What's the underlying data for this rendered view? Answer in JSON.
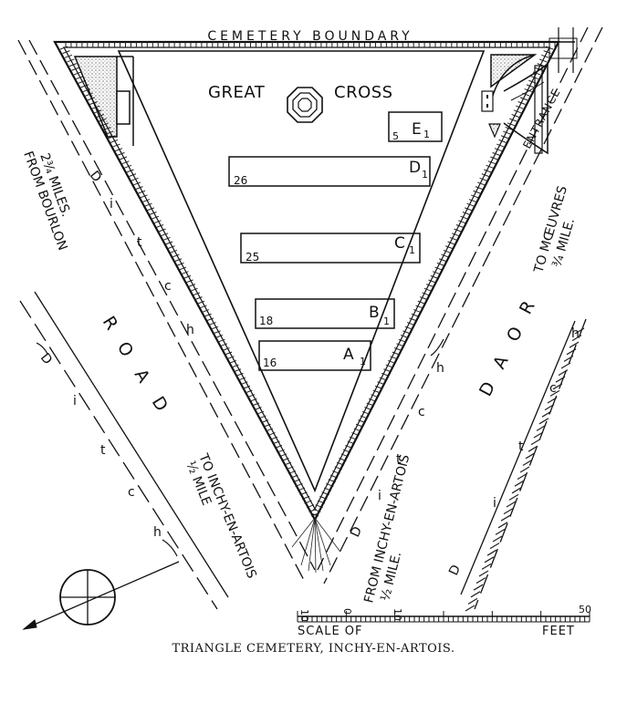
{
  "boundary_label": "CEMETERY BOUNDARY",
  "great_cross_left": "GREAT",
  "great_cross_right": "CROSS",
  "entrance_label": "ENTRANCE",
  "ditch_letters": [
    "D",
    "i",
    "t",
    "c",
    "h"
  ],
  "road_label": "ROAD",
  "road_letters": [
    "R",
    "O",
    "A",
    "D"
  ],
  "from_bourlon_line1": "FROM BOURLON",
  "from_bourlon_line2": "2¾ MILES.",
  "to_moeuvres_line1": "TO MŒUVRES",
  "to_moeuvres_line2": "¾ MILE.",
  "to_inchy_line1": "TO INCHY-EN-ARTOIS",
  "to_inchy_line2": "½ MILE",
  "from_inchy_line1": "FROM INCHY-EN-ARTOIS",
  "from_inchy_line2": "½ MILE.",
  "plots": [
    {
      "row": "E",
      "sub": "1",
      "graves": "5"
    },
    {
      "row": "D",
      "sub": "1",
      "graves": "26"
    },
    {
      "row": "C",
      "sub": "1",
      "graves": "25"
    },
    {
      "row": "B",
      "sub": "1",
      "graves": "18"
    },
    {
      "row": "A",
      "sub": "1",
      "graves": "16"
    }
  ],
  "scale": {
    "ticks": [
      "10",
      "0",
      "10",
      "50"
    ],
    "label_left": "SCALE OF",
    "label_right": "FEET"
  },
  "caption": "TRIANGLE CEMETERY, INCHY-EN-ARTOIS."
}
